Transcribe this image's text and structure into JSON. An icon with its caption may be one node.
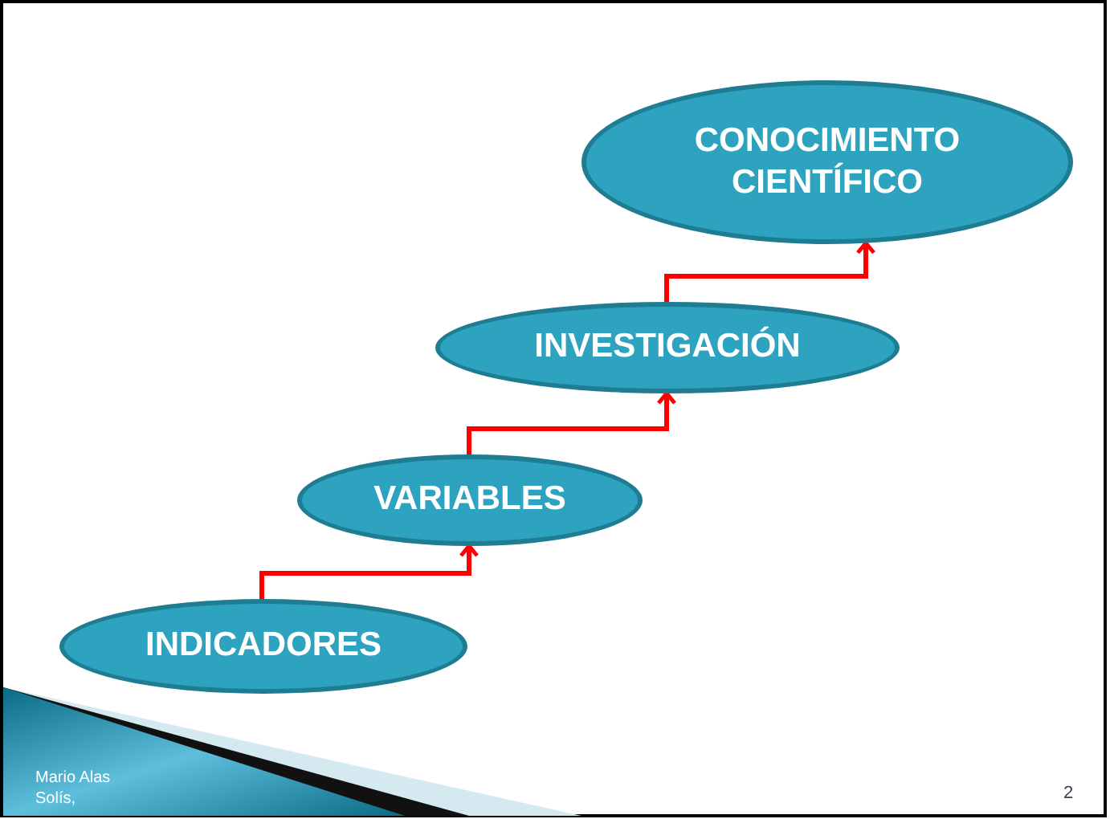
{
  "diagram": {
    "nodes": [
      {
        "text": [
          "CONOCIMIENTO CIENTÍFICO"
        ]
      },
      {
        "text": [
          "INVESTIGACIÓN"
        ]
      },
      {
        "text": [
          "VARIABLES"
        ]
      },
      {
        "text": [
          "INDICADORES"
        ]
      }
    ],
    "edges": [
      {
        "from": 3,
        "to": 2,
        "arrow": "to",
        "color": "#ff0000"
      },
      {
        "from": 2,
        "to": 1,
        "arrow": "to",
        "color": "#ff0000"
      },
      {
        "from": 1,
        "to": 0,
        "arrow": "to",
        "color": "#ff0000"
      }
    ],
    "labels": [
      "Mario Alas Solís,",
      "2"
    ]
  }
}
